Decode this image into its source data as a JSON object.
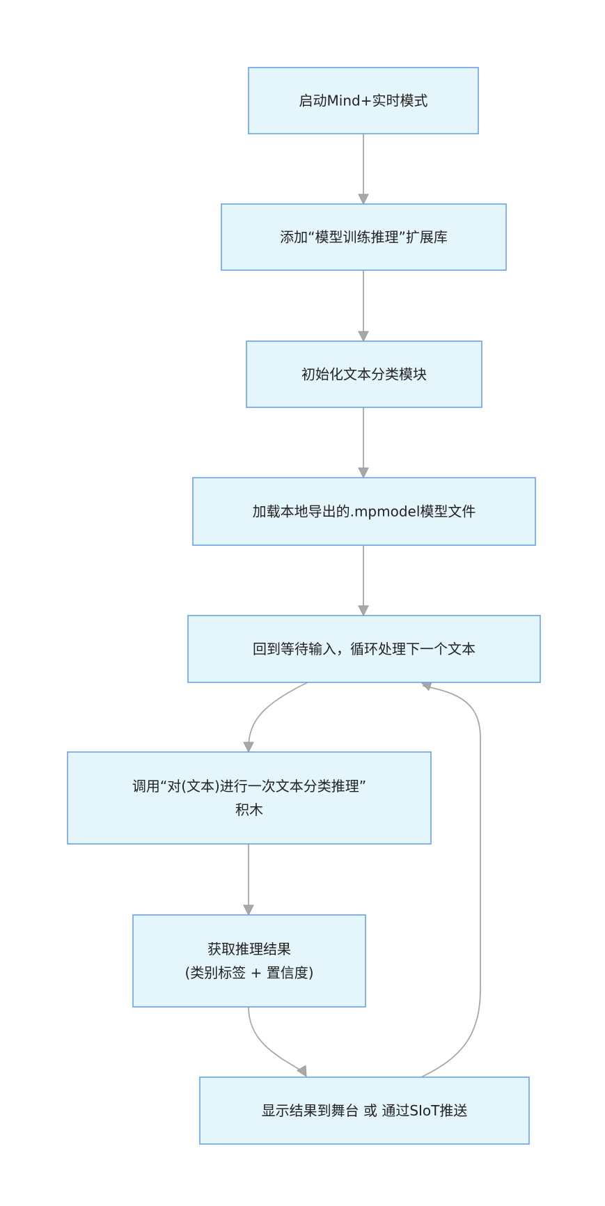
{
  "diagram": {
    "type": "flowchart",
    "colors": {
      "node_fill": "#e4f5fc",
      "node_border": "#6aa2ea",
      "edge": "#a8a8a8",
      "text": "#222222"
    },
    "nodes": [
      {
        "id": "start",
        "lines": [
          "启动Mind+实时模式"
        ]
      },
      {
        "id": "add-lib",
        "lines": [
          "添加“模型训练推理”扩展库"
        ]
      },
      {
        "id": "init",
        "lines": [
          "初始化文本分类模块"
        ]
      },
      {
        "id": "load-model",
        "lines": [
          "加载本地导出的.mpmodel模型文件"
        ]
      },
      {
        "id": "wait-input",
        "lines": [
          "回到等待输入，循环处理下一个文本"
        ]
      },
      {
        "id": "call-block",
        "lines": [
          "调用“对(文本)进行一次文本分类推理”",
          "积木"
        ]
      },
      {
        "id": "get-result",
        "lines": [
          "获取推理结果",
          "(类别标签 + 置信度)"
        ]
      },
      {
        "id": "display",
        "lines": [
          "显示结果到舞台 或 通过SIoT推送"
        ]
      }
    ],
    "edges": [
      {
        "from": "start",
        "to": "add-lib"
      },
      {
        "from": "add-lib",
        "to": "init"
      },
      {
        "from": "init",
        "to": "load-model"
      },
      {
        "from": "load-model",
        "to": "wait-input"
      },
      {
        "from": "wait-input",
        "to": "call-block"
      },
      {
        "from": "call-block",
        "to": "get-result"
      },
      {
        "from": "get-result",
        "to": "display"
      },
      {
        "from": "display",
        "to": "wait-input"
      }
    ]
  }
}
